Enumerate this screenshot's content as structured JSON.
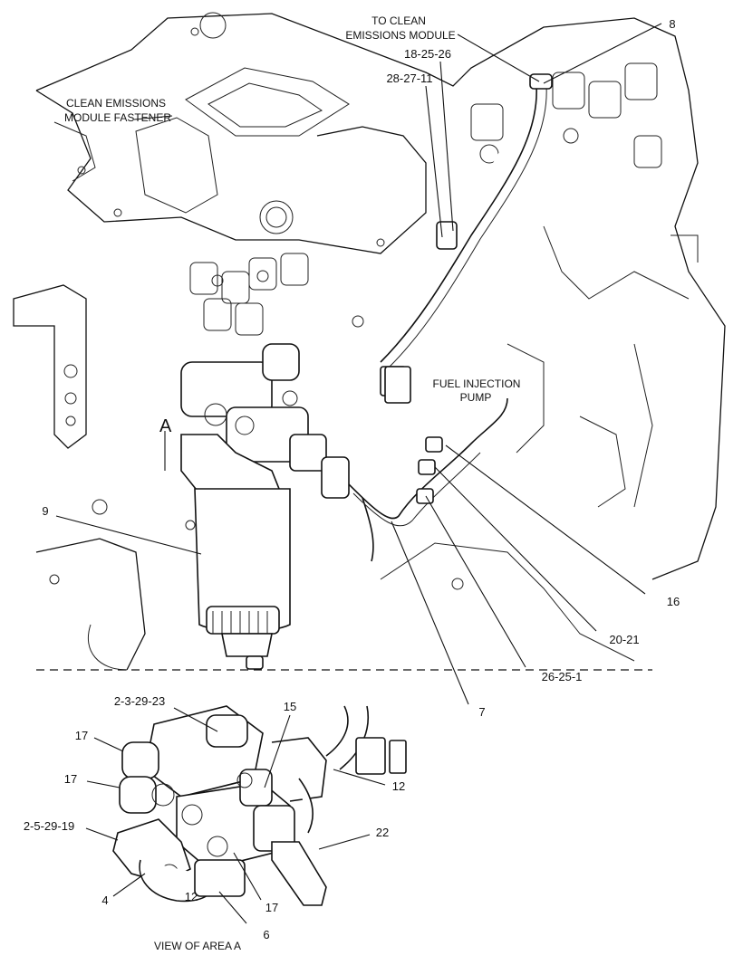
{
  "notes": {
    "to_clean_line1": "TO CLEAN",
    "to_clean_line2": "EMISSIONS MODULE",
    "cem_fastener_line1": "CLEAN EMISSIONS",
    "cem_fastener_line2": "MODULE FASTENER",
    "fip_line1": "FUEL INJECTION",
    "fip_line2": "PUMP",
    "area_marker": "A",
    "view_title": "VIEW OF AREA  A"
  },
  "callouts": {
    "c8": "8",
    "c18_25_26": "18-25-26",
    "c28_27_11": "28-27-11",
    "c9": "9",
    "c16": "16",
    "c20_21": "20-21",
    "c26_25_1": "26-25-1",
    "c7": "7",
    "v_2_3_29_23": "2-3-29-23",
    "v_15": "15",
    "v_17a": "17",
    "v_17b": "17",
    "v_12": "12",
    "v_2_5_29_19": "2-5-29-19",
    "v_22": "22",
    "v_4": "4",
    "v_12b": "12",
    "v_17c": "17",
    "v_6": "6"
  }
}
